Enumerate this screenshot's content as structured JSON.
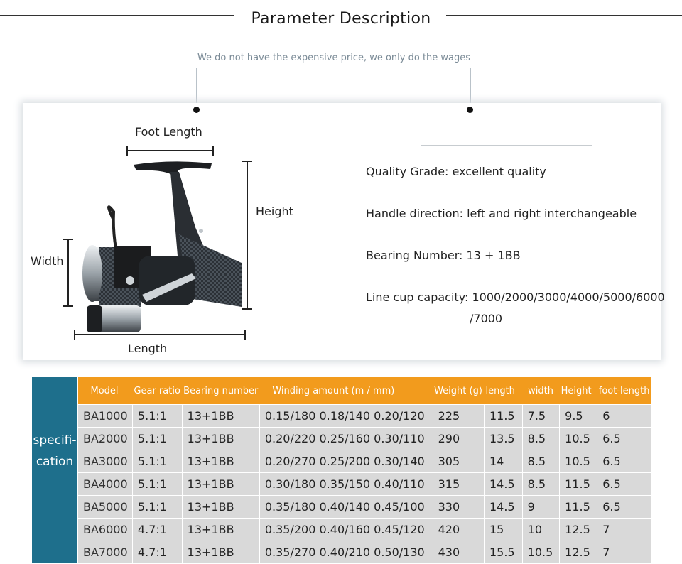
{
  "header": {
    "title": "Parameter Description",
    "tagline": "We do not have the expensive price, we only do the wages"
  },
  "product": {
    "icon": "fishing-reel-image",
    "dimensions": {
      "foot_length": "Foot Length",
      "height": "Height",
      "width": "Width",
      "length": "Length"
    },
    "specs": [
      "Quality Grade: excellent quality",
      "Handle direction: left and right interchangeable",
      "Bearing Number: 13 + 1BB",
      "Line cup capacity: 1000/2000/3000/4000/5000/6000"
    ],
    "specs_cont": "/7000"
  },
  "table": {
    "side_label_1": "specifi-",
    "side_label_2": "cation",
    "header_color": "#f29b1d",
    "side_color": "#1e6f8c",
    "columns": [
      "Model",
      "Gear ratio",
      "Bearing number",
      "Winding amount (m / mm)",
      "Weight (g)",
      "length",
      "width",
      "Height",
      "foot-length"
    ],
    "rows": [
      [
        "BA1000",
        "5.1:1",
        "13+1BB",
        "0.15/180 0.18/140 0.20/120",
        "225",
        "11.5",
        "7.5",
        "9.5",
        "6"
      ],
      [
        "BA2000",
        "5.1:1",
        "13+1BB",
        "0.20/220 0.25/160 0.30/110",
        "290",
        "13.5",
        "8.5",
        "10.5",
        "6.5"
      ],
      [
        "BA3000",
        "5.1:1",
        "13+1BB",
        "0.20/270 0.25/200 0.30/140",
        "305",
        "14",
        "8.5",
        "10.5",
        "6.5"
      ],
      [
        "BA4000",
        "5.1:1",
        "13+1BB",
        "0.30/180 0.35/150 0.40/110",
        "315",
        "14.5",
        "8.5",
        "11.5",
        "6.5"
      ],
      [
        "BA5000",
        "5.1:1",
        "13+1BB",
        "0.35/180 0.40/140 0.45/100",
        "330",
        "14.5",
        "9",
        "11.5",
        "6.5"
      ],
      [
        "BA6000",
        "4.7:1",
        "13+1BB",
        "0.35/200 0.40/160 0.45/120",
        "420",
        "15",
        "10",
        "12.5",
        "7"
      ],
      [
        "BA7000",
        "4.7:1",
        "13+1BB",
        "0.35/270 0.40/210 0.50/130",
        "430",
        "15.5",
        "10.5",
        "12.5",
        "7"
      ]
    ]
  }
}
